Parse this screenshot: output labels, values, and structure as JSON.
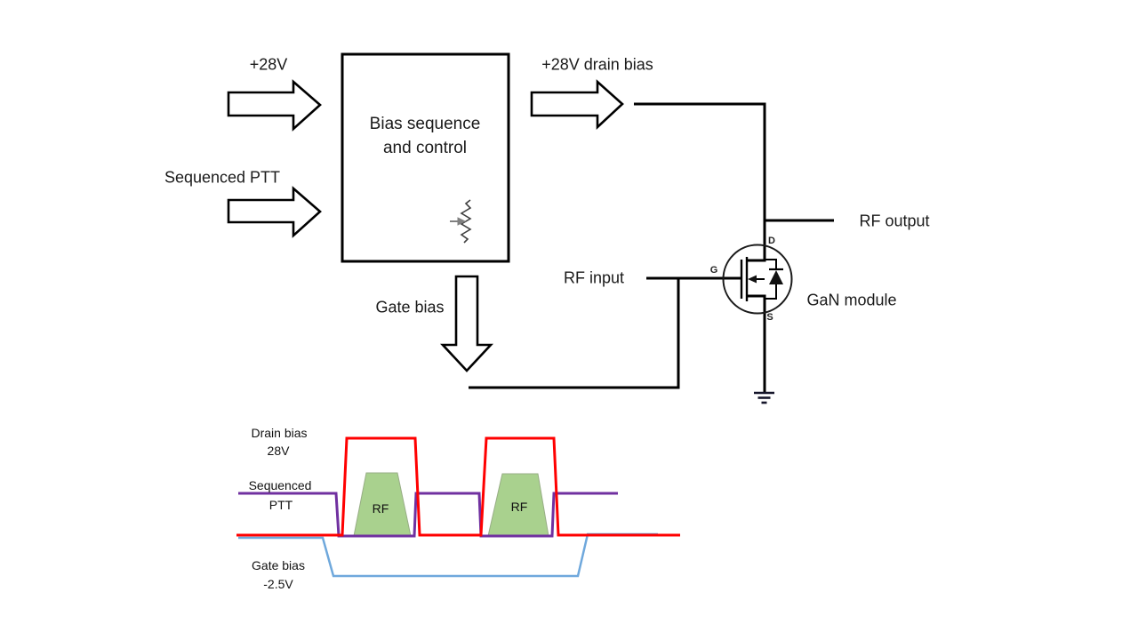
{
  "colors": {
    "line": "#000000",
    "drain_bias_trace": "#ff0000",
    "ptt_trace": "#7030a0",
    "gate_bias_trace": "#6fa8dc",
    "rf_fill": "#a9d18e",
    "rf_stroke": "#97ad85",
    "pot_arrow": "#808080"
  },
  "block_diagram": {
    "supply_label": "+28V",
    "ptt_label": "Sequenced PTT",
    "control_box": {
      "line1": "Bias sequence",
      "line2": "and control"
    },
    "drain_bias_label": "+28V drain bias",
    "gate_bias_label": "Gate bias",
    "rf_input_label": "RF input",
    "rf_output_label": "RF output",
    "module_label": "GaN module",
    "pins": {
      "drain": "D",
      "gate": "G",
      "source": "S"
    }
  },
  "timing_diagram": {
    "drain_label": {
      "line1": "Drain bias",
      "line2": "28V"
    },
    "ptt_label": {
      "line1": "Sequenced",
      "line2": "PTT"
    },
    "gate_label": {
      "line1": "Gate bias",
      "line2": "-2.5V"
    },
    "rf_label": "RF",
    "waveforms": [
      {
        "name": "Drain bias",
        "color": "#ff0000",
        "high_level": "28V",
        "shape": "low at baseline, two rectangular pulses to 28V, low between and after"
      },
      {
        "name": "Sequenced PTT",
        "color": "#7030a0",
        "shape": "high at idle, pulled low during each drain-bias pulse, high between and after"
      },
      {
        "name": "Gate bias",
        "color": "#6fa8dc",
        "low_level": "-2.5V",
        "shape": "at baseline, ramps to -2.5V before first drain pulse, held low across both pulses, returns to baseline after second"
      },
      {
        "name": "RF burst",
        "color": "#a9d18e",
        "shape": "trapezoidal RF envelope during each drain-bias pulse",
        "count": 2
      }
    ]
  }
}
